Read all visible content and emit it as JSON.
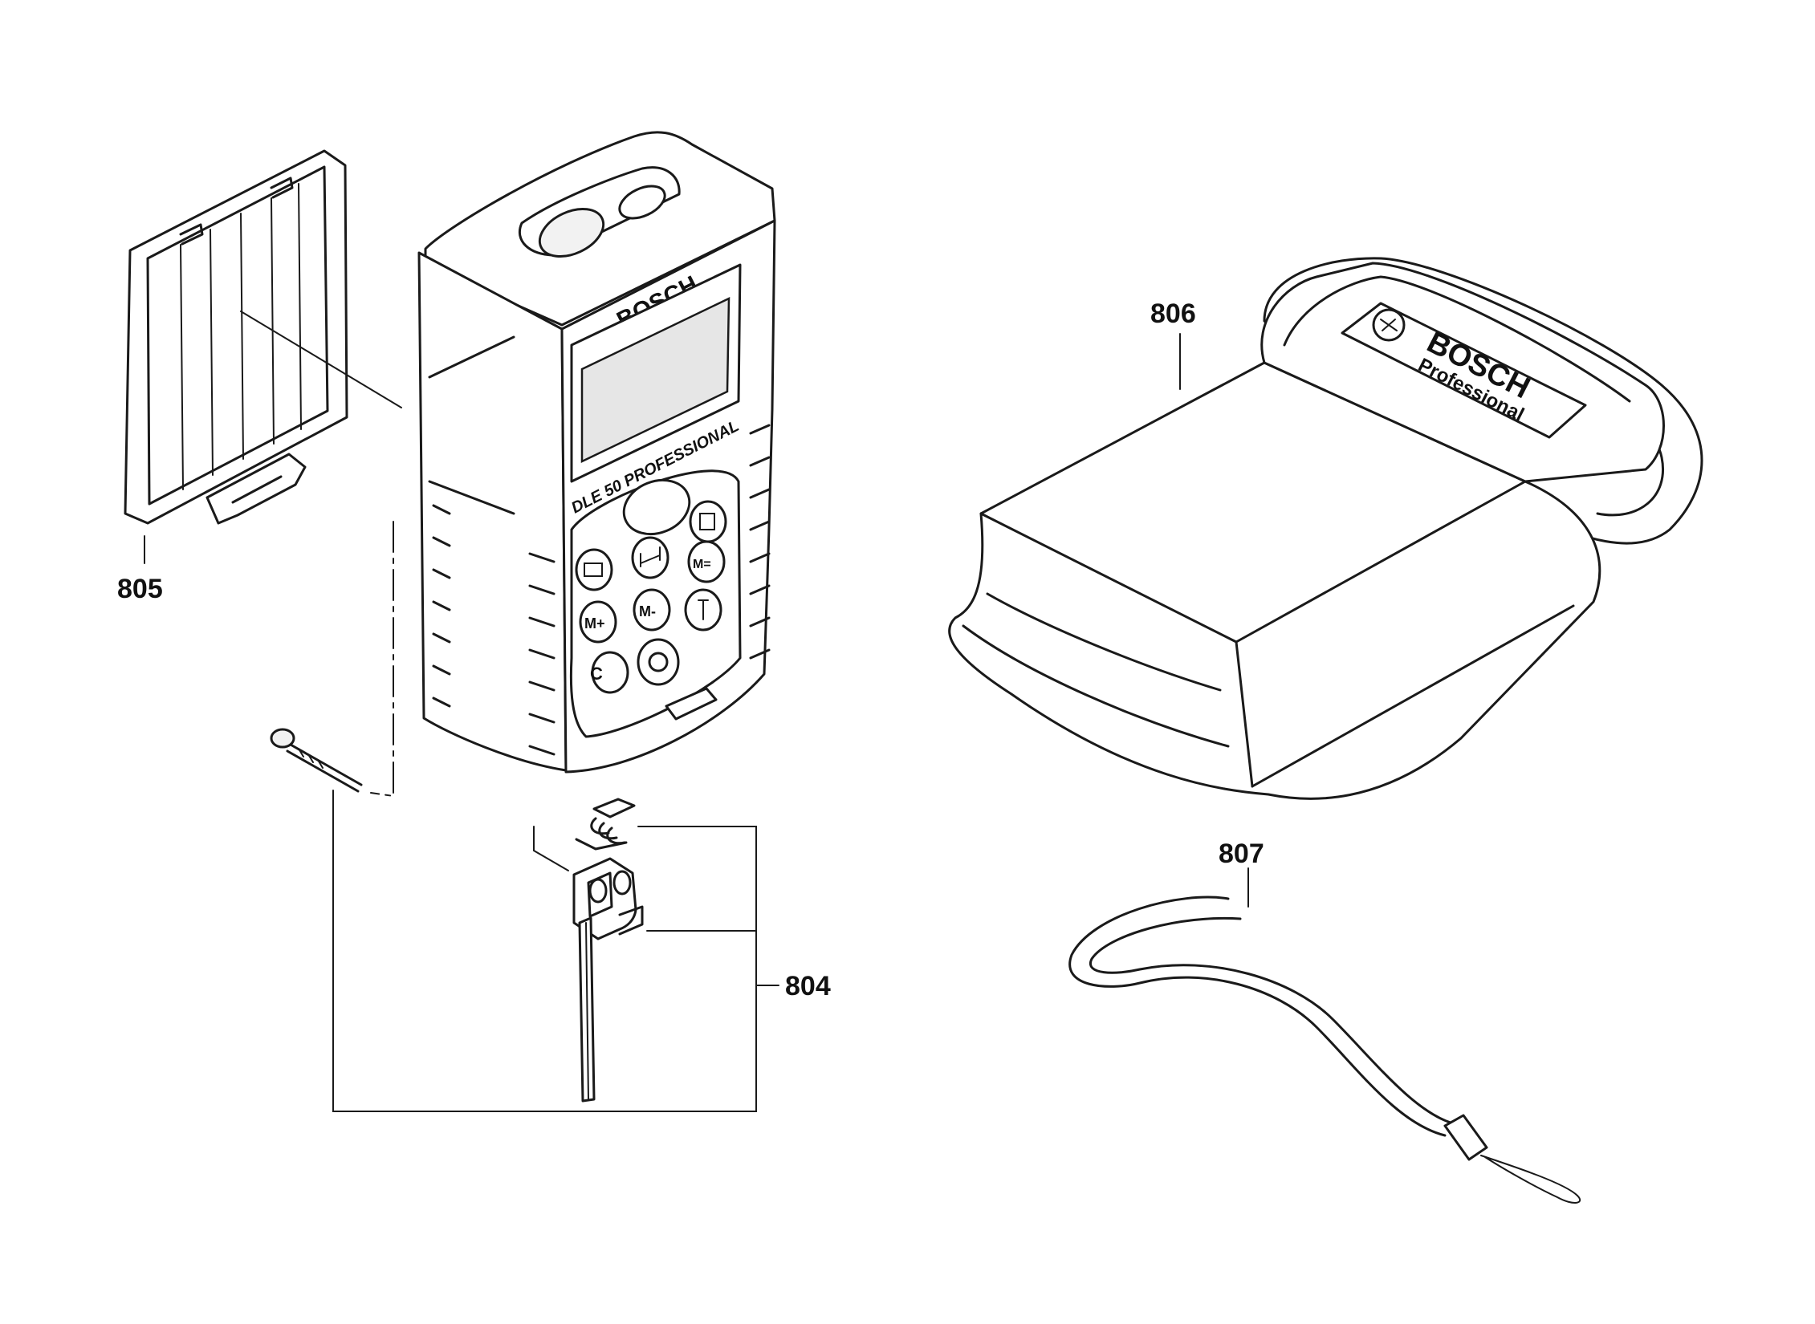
{
  "parts": {
    "804": "804",
    "805": "805",
    "806": "806",
    "807": "807"
  },
  "device": {
    "brand": "BOSCH",
    "model": "DLE 50 PROFESSIONAL",
    "keys": [
      "C",
      "M+",
      "M-",
      "M="
    ]
  },
  "pouch": {
    "brand": "BOSCH",
    "line": "Professional"
  }
}
